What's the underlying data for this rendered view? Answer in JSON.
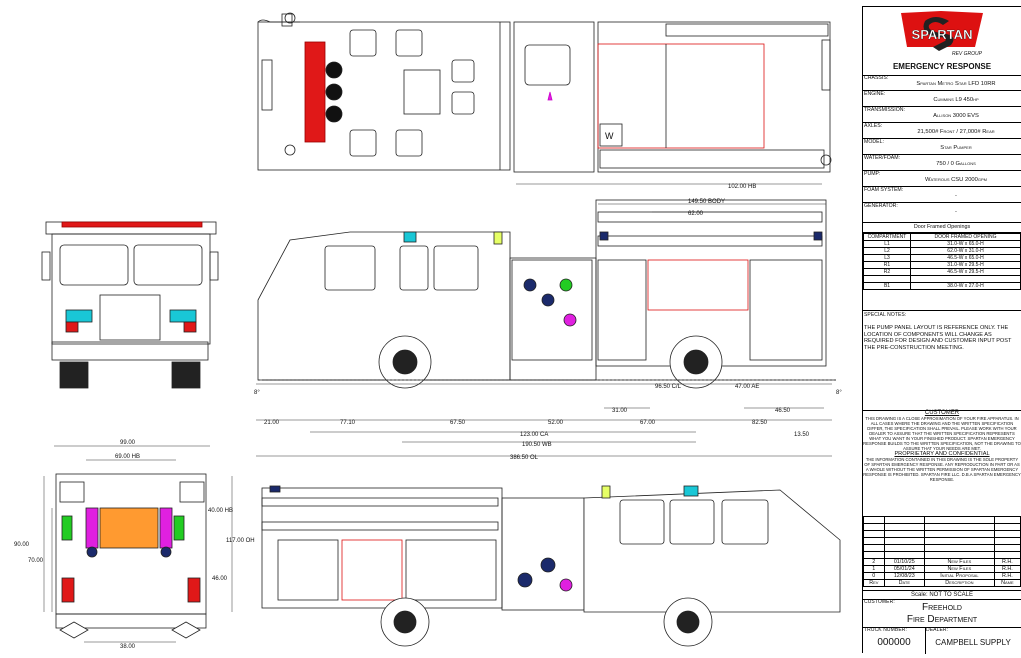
{
  "brand": {
    "name": "SPARTAN",
    "group": "REV GROUP",
    "tagline": "EMERGENCY RESPONSE"
  },
  "specs": [
    {
      "key": "Chassis:",
      "value": "Spartan Metro Star LFD 10RR"
    },
    {
      "key": "Engine:",
      "value": "Cummins L9 450hp"
    },
    {
      "key": "Transmission:",
      "value": "Allison 3000 EVS"
    },
    {
      "key": "Axles:",
      "value": "21,500# Front / 27,000# Rear"
    },
    {
      "key": "Model:",
      "value": "Star Pumper"
    },
    {
      "key": "Water/Foam:",
      "value": "750 / 0 Gallons"
    },
    {
      "key": "Pump:",
      "value": "Waterous CSU 2000gpm"
    },
    {
      "key": "Foam System:",
      "value": "-"
    },
    {
      "key": "Generator:",
      "value": "-"
    }
  ],
  "openings": {
    "title": "Door Framed Openings",
    "headers": [
      "Compartment",
      "Door Framed Opening"
    ],
    "rows": [
      [
        "L1",
        "31.0-W x 65.0-H"
      ],
      [
        "L2",
        "62.0-W x 31.0-H"
      ],
      [
        "L3",
        "46.5-W x 65.0-H"
      ],
      [
        "R1",
        "31.0-W x 29.5-H"
      ],
      [
        "R2",
        "46.5-W x 29.5-H"
      ],
      [
        "",
        ""
      ],
      [
        "B1",
        "38.0-W x 27.0-H"
      ]
    ]
  },
  "special_notes": {
    "label": "Special Notes:",
    "text": "The pump panel layout is reference only. The location of components will change as required for design and customer input post the pre-construction meeting."
  },
  "customer_notice": {
    "title": "CUSTOMER",
    "text": "THIS DRAWING IS A CLOSE APPROXIMATION OF YOUR FIRE APPARATUS. IN ALL CASES WHERE THE DRAWING AND THE WRITTEN SPECIFICATION DIFFER, THE SPECIFICATION SHALL PREVAIL. PLEASE WORK WITH YOUR DEALER TO ASSURE THAT THE WRITTEN SPECIFICATION REPRESENTS WHAT YOU WANT IN YOUR FINISHED PRODUCT. SPARTAN EMERGENCY RESPONSE BUILDS TO THE WRITTEN SPECIFICATION, NOT THE DRAWING TO ASSURE THAT YOUR NEEDS ARE MET."
  },
  "proprietary": {
    "title": "PROPRIETARY AND CONFIDENTIAL",
    "text": "THE INFORMATION CONTAINED IN THIS DRAWING IS THE SOLE PROPERTY OF SPARTAN EMERGENCY RESPONSE. ANY REPRODUCTION IN PART OR AS A WHOLE WITHOUT THE WRITTEN PERMISSION OF SPARTAN EMERGENCY RESPONSE IS PROHIBITED. SPARTAN FIRE LLC. D.B.A SPARTAN EMERGENCY RESPONSE."
  },
  "revisions": {
    "headers": [
      "Rev",
      "Date",
      "Description",
      "Name"
    ],
    "rows": [
      [
        "2",
        "01/10/25",
        "New Files",
        "R.H."
      ],
      [
        "1",
        "05/01/24",
        "New Files",
        "R.H."
      ],
      [
        "0",
        "12/08/23",
        "Initial Proposal",
        "R.H."
      ]
    ]
  },
  "scale": "Scale: NOT TO SCALE",
  "customer": {
    "label": "Customer:",
    "line1": "Freehold",
    "line2": "Fire Department"
  },
  "truck": {
    "label": "Truck Number:",
    "value": "000000"
  },
  "dealer": {
    "label": "Dealer:",
    "value": "CAMPBELL SUPPLY"
  },
  "dimensions": {
    "top_hb": "102.00 HB",
    "body": "149.50 BODY",
    "width": "62.00",
    "cl": "96.50 C/L",
    "ae": "47.00 AE",
    "angle_front": "8°",
    "angle_rear": "8°",
    "d_21": "21.00",
    "d_77": "77.10",
    "d_67_5": "67.50",
    "d_52": "52.00",
    "d_31": "31.00",
    "d_67": "67.00",
    "d_82_5": "82.50",
    "d_46_5": "46.50",
    "d_123": "123.00 CA",
    "d_13_5": "13.50",
    "d_190": "190.50 WB",
    "d_386": "386.50 OL",
    "rear_99": "99.00",
    "rear_69": "69.00 HB",
    "rear_90": "90.00",
    "rear_70": "70.00",
    "rear_46": "46.00",
    "rear_38": "38.00",
    "rear_117": "117.00 OH",
    "rear_40": "40.00 HB"
  },
  "badge_w": "W",
  "colors": {
    "red": "#d11",
    "magenta": "#e020e0",
    "orange": "#ff9a30",
    "green": "#22cc22",
    "cyan": "#19c7d6",
    "navy": "#1b2a6b"
  }
}
